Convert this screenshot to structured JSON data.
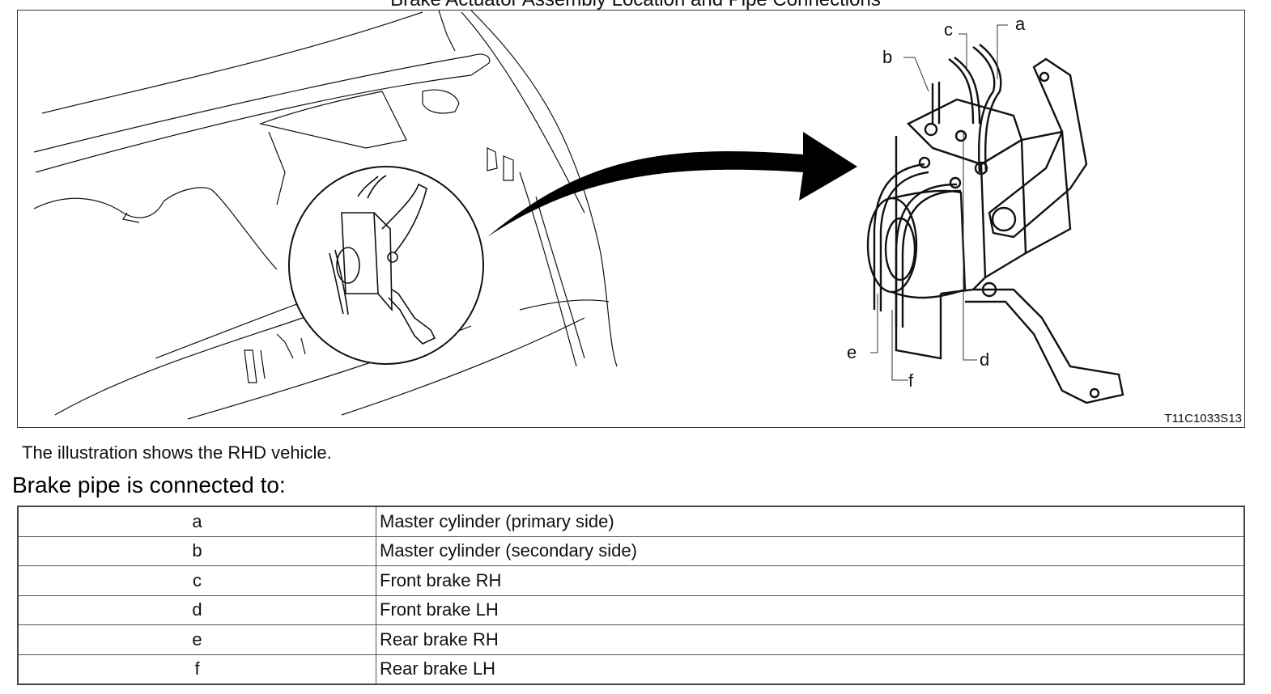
{
  "header": {
    "cut_off_title": "Brake Actuator Assembly Location and Pipe Connections"
  },
  "figure": {
    "code": "T11C1033S13",
    "callouts": [
      "a",
      "b",
      "c",
      "d",
      "e",
      "f"
    ],
    "left_panel": "engine-compartment-overview-with-magnified-circle",
    "right_panel": "brake-actuator-assembly-with-bracket",
    "arrow": "pointer-arrow-right"
  },
  "caption": "The illustration shows the RHD vehicle.",
  "section_title": "Brake pipe is connected to:",
  "table": {
    "rows": [
      {
        "port": "a",
        "destination": "Master cylinder (primary side)"
      },
      {
        "port": "b",
        "destination": "Master cylinder (secondary side)"
      },
      {
        "port": "c",
        "destination": "Front brake RH"
      },
      {
        "port": "d",
        "destination": "Front brake LH"
      },
      {
        "port": "e",
        "destination": "Rear brake RH"
      },
      {
        "port": "f",
        "destination": "Rear brake LH"
      }
    ]
  }
}
